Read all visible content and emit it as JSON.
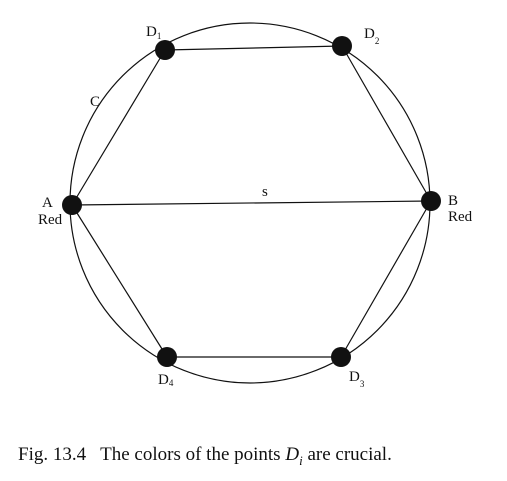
{
  "diagram": {
    "circle_label": "C",
    "chord_label": "s",
    "points": [
      {
        "id": "A",
        "name": "A",
        "subscript": "",
        "color_label": "Red"
      },
      {
        "id": "D1",
        "name": "D",
        "subscript": "1",
        "color_label": ""
      },
      {
        "id": "D2",
        "name": "D",
        "subscript": "2",
        "color_label": ""
      },
      {
        "id": "B",
        "name": "B",
        "subscript": "",
        "color_label": "Red"
      },
      {
        "id": "D3",
        "name": "D",
        "subscript": "3",
        "color_label": ""
      },
      {
        "id": "D4",
        "name": "D",
        "subscript": "4",
        "color_label": ""
      }
    ],
    "edges": [
      [
        "A",
        "D1"
      ],
      [
        "D1",
        "D2"
      ],
      [
        "D2",
        "B"
      ],
      [
        "B",
        "D3"
      ],
      [
        "D3",
        "D4"
      ],
      [
        "D4",
        "A"
      ],
      [
        "A",
        "B"
      ]
    ],
    "colors": {
      "stroke": "#111111",
      "point_fill": "#111111",
      "background": "#ffffff"
    }
  },
  "caption": {
    "figure_number": "Fig. 13.4",
    "text_before": "The colors of the points ",
    "variable": "D",
    "variable_subscript": "i",
    "text_after": " are crucial."
  }
}
